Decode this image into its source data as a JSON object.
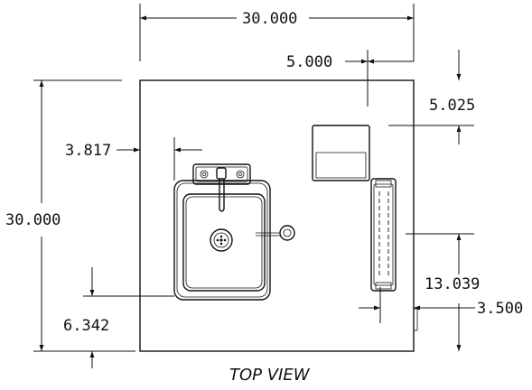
{
  "view_title": "TOP VIEW",
  "dimensions": {
    "overall_width": "30.000",
    "overall_depth": "30.000",
    "offset_top_right": "5.000",
    "offset_right_top": "5.025",
    "sink_left_offset": "3.817",
    "sink_bottom_offset": "6.342",
    "side_unit_height": "13.039",
    "side_unit_offset": "3.500"
  }
}
